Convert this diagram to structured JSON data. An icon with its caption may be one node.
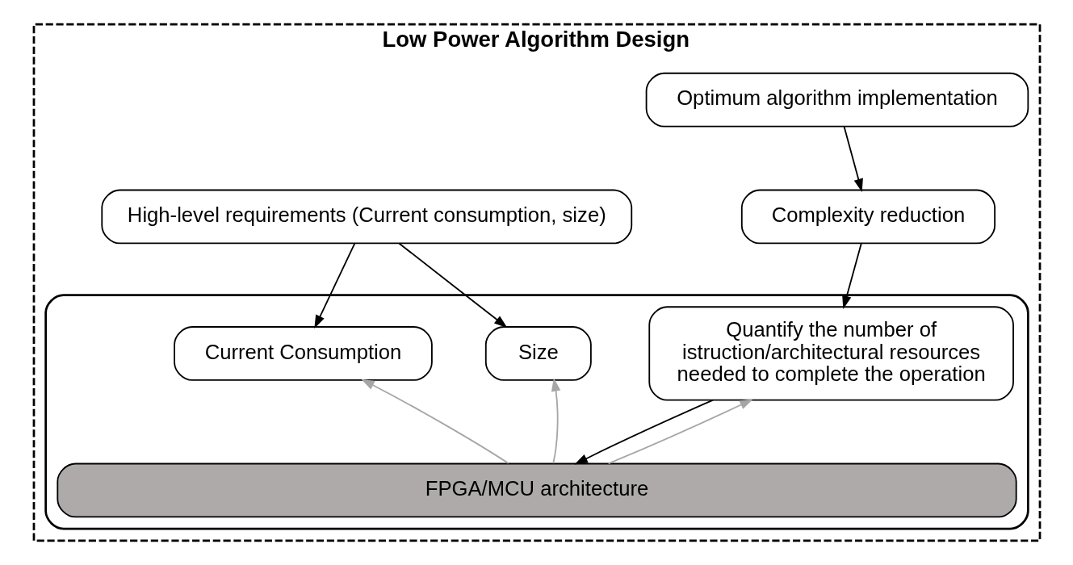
{
  "diagram": {
    "nodes": [
      {
        "text": [
          "Low Power Algorithm Design"
        ]
      },
      {
        "text": [
          "Optimum algorithm implementation"
        ],
        "in": 0
      },
      {
        "text": [
          "Complexity reduction"
        ],
        "in": 0
      },
      {
        "text": [
          "High-level requirements (Current consumption, size)"
        ],
        "in": 0
      },
      {
        "text": [],
        "shape": "box",
        "in": 0
      },
      {
        "text": [
          "Quantify the number of istruction/architectural resources needed to complete the operation"
        ],
        "in": 4
      },
      {
        "text": [
          "Current Consumption"
        ],
        "in": 4
      },
      {
        "text": [
          "Size"
        ],
        "in": 4
      },
      {
        "text": [
          "FPGA/MCU architecture"
        ],
        "in": 4
      }
    ],
    "edges": [
      {
        "from": 1,
        "to": 2,
        "arrow": "to"
      },
      {
        "from": 2,
        "to": 5,
        "arrow": "to"
      },
      {
        "from": 3,
        "to": 6,
        "arrow": "to"
      },
      {
        "from": 3,
        "to": 7,
        "arrow": "to"
      },
      {
        "from": 5,
        "to": 8,
        "arrow": "to"
      },
      {
        "from": 8,
        "to": 5,
        "arrow": "to",
        "color": "#a6a6a6"
      },
      {
        "from": 8,
        "to": 6,
        "arrow": "to",
        "color": "#a6a6a6"
      },
      {
        "from": 8,
        "to": 7,
        "arrow": "to",
        "color": "#a6a6a6"
      }
    ]
  }
}
